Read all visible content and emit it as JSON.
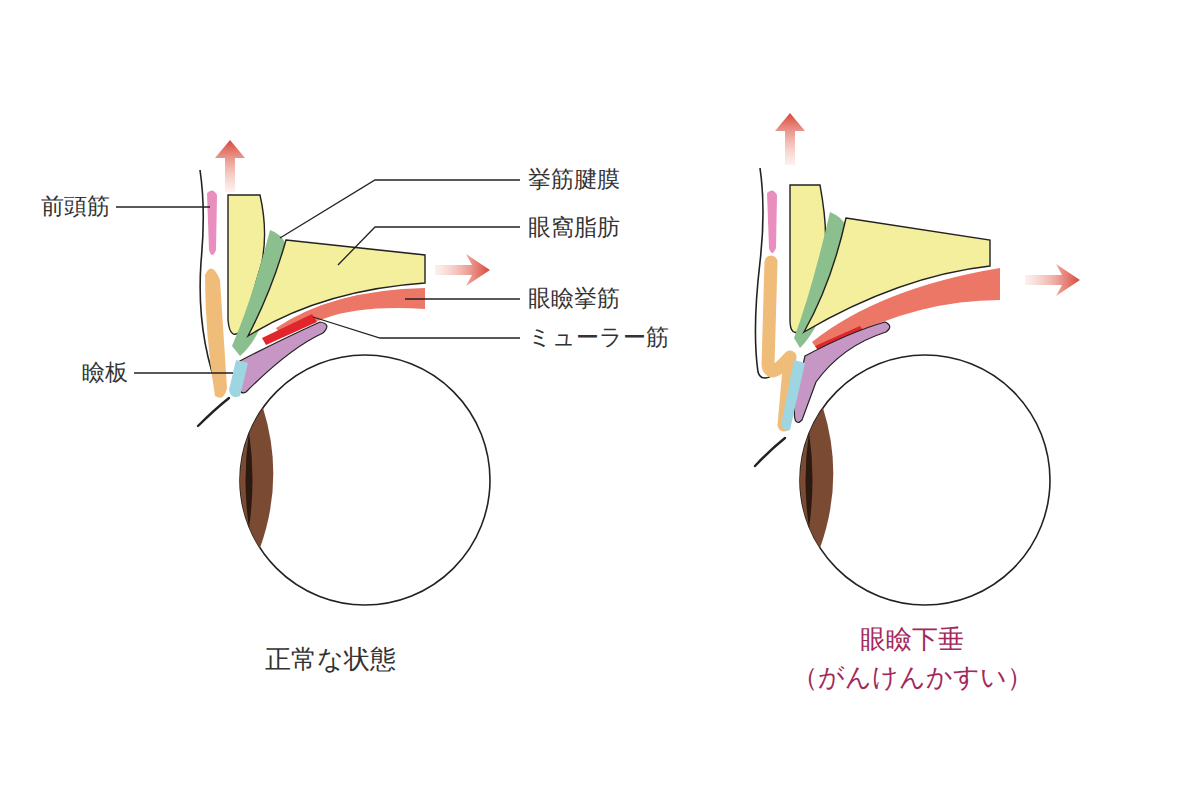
{
  "diagram": {
    "labels": [
      "前頭筋",
      "挙筋腱膜",
      "眼窩脂肪",
      "眼瞼挙筋",
      "ミューラー筋",
      "瞼板",
      "正常な状態",
      "眼瞼下垂",
      "（がんけんかすい）"
    ]
  }
}
